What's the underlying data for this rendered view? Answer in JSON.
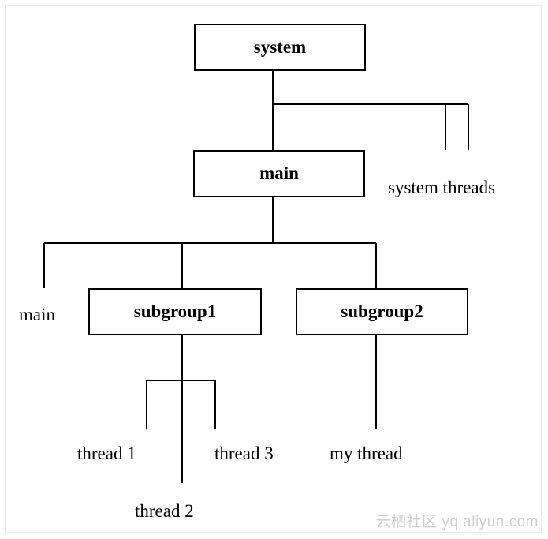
{
  "nodes": {
    "system": "system",
    "main": "main",
    "subgroup1": "subgroup1",
    "subgroup2": "subgroup2"
  },
  "leaves": {
    "system_threads": "system threads",
    "main_thread": "main",
    "thread1": "thread 1",
    "thread2": "thread 2",
    "thread3": "thread 3",
    "my_thread": "my thread"
  },
  "watermark": "云栖社区 yq.aliyun.com"
}
